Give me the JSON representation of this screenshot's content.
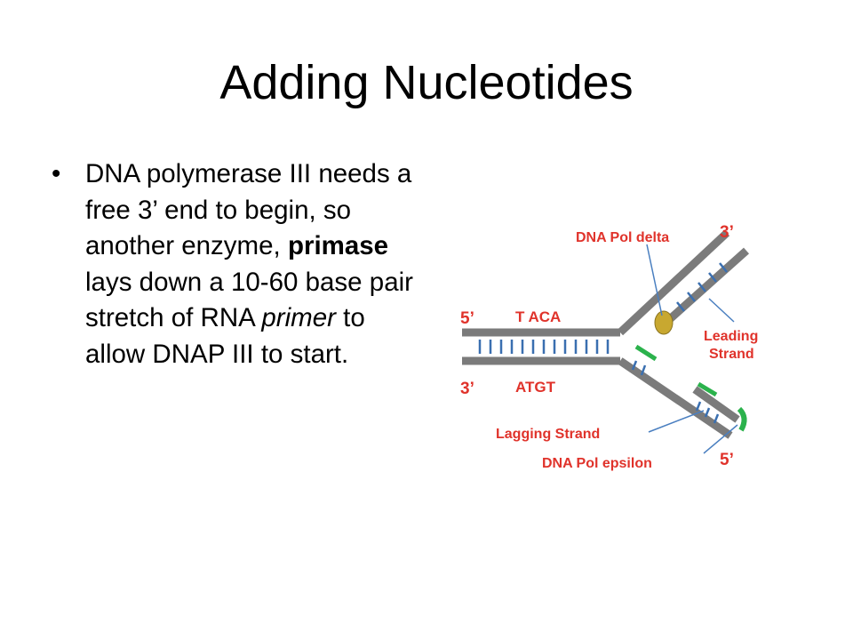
{
  "slide": {
    "title": "Adding Nucleotides",
    "bullet": {
      "marker": "•",
      "part1": "DNA polymerase III needs a free 3’ end to begin, so another enzyme, ",
      "bold": "primase",
      "part2": " lays down a 10-60 base pair stretch of RNA ",
      "italic": "primer",
      "part3": " to allow DNAP III to start."
    }
  },
  "diagram": {
    "labels": {
      "pol_delta": "DNA Pol delta",
      "three_prime_top": "3’",
      "five_prime_left": "5’",
      "taca": "T ACA",
      "leading_1": "Leading",
      "leading_2": "Strand",
      "three_prime_left": "3’",
      "atgt": "ATGT",
      "lagging": "Lagging Strand",
      "pol_epsilon": "DNA Pol epsilon",
      "five_prime_bottom": "5’"
    },
    "colors": {
      "label_red": "#e0332b",
      "strand_gray": "#7b7b7b",
      "pair_blue": "#3a6fb0",
      "primer_green": "#2bb24c",
      "pol_delta_gold": "#c8a830",
      "pointer_blue": "#4a7fc0"
    }
  }
}
